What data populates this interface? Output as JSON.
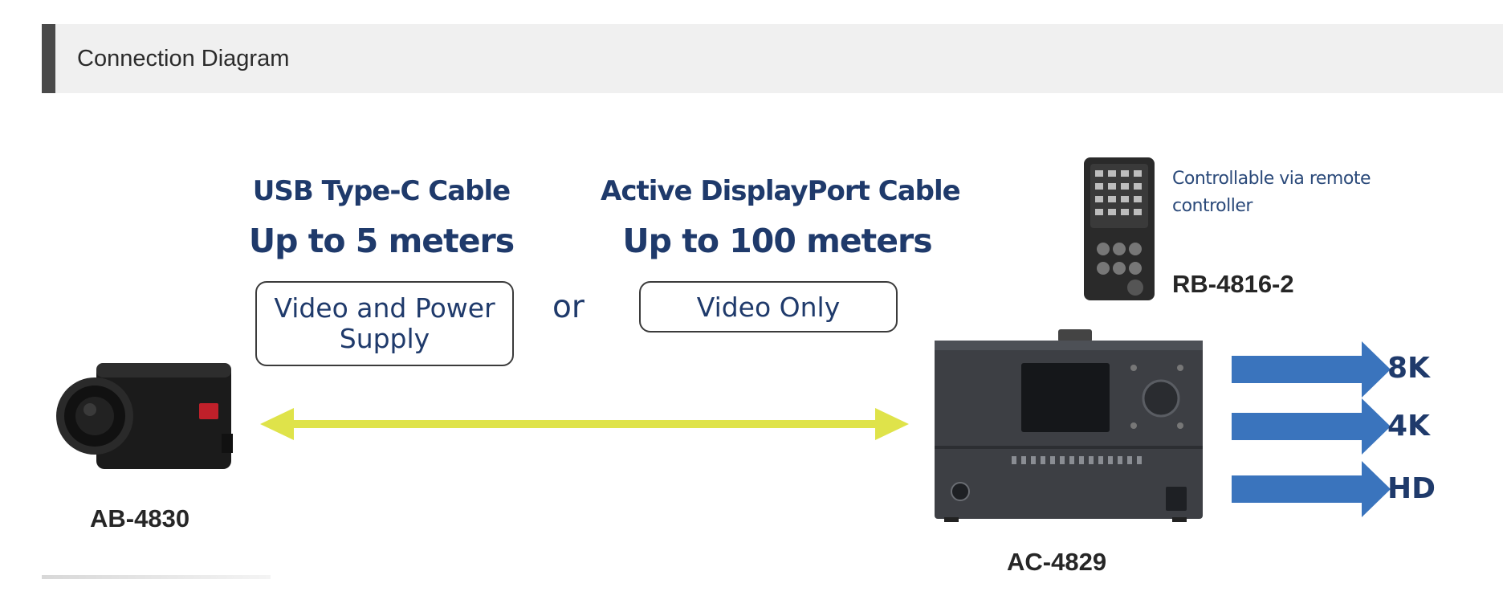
{
  "header": {
    "title": "Connection Diagram"
  },
  "cables": [
    {
      "name": "USB Type-C Cable",
      "range": "Up to 5 meters",
      "box_lines": [
        "Video and Power",
        "Supply"
      ]
    },
    {
      "name": "Active DisplayPort Cable",
      "range": "Up to 100 meters",
      "box_lines": [
        "Video Only"
      ]
    }
  ],
  "connector_word": "or",
  "devices": {
    "camera": {
      "model": "AB-4830"
    },
    "processor": {
      "model": "AC-4829"
    },
    "remote": {
      "model": "RB-4816-2",
      "note_lines": [
        "Controllable via remote",
        "controller"
      ]
    }
  },
  "outputs": [
    "8K",
    "4K",
    "HD"
  ],
  "colors": {
    "text_navy": "#1f3a6b",
    "cable_arrow": "#dfe34a",
    "output_arrow": "#3a74bd",
    "header_bg": "#f0f0f0",
    "header_accent": "#4a4a4a"
  }
}
